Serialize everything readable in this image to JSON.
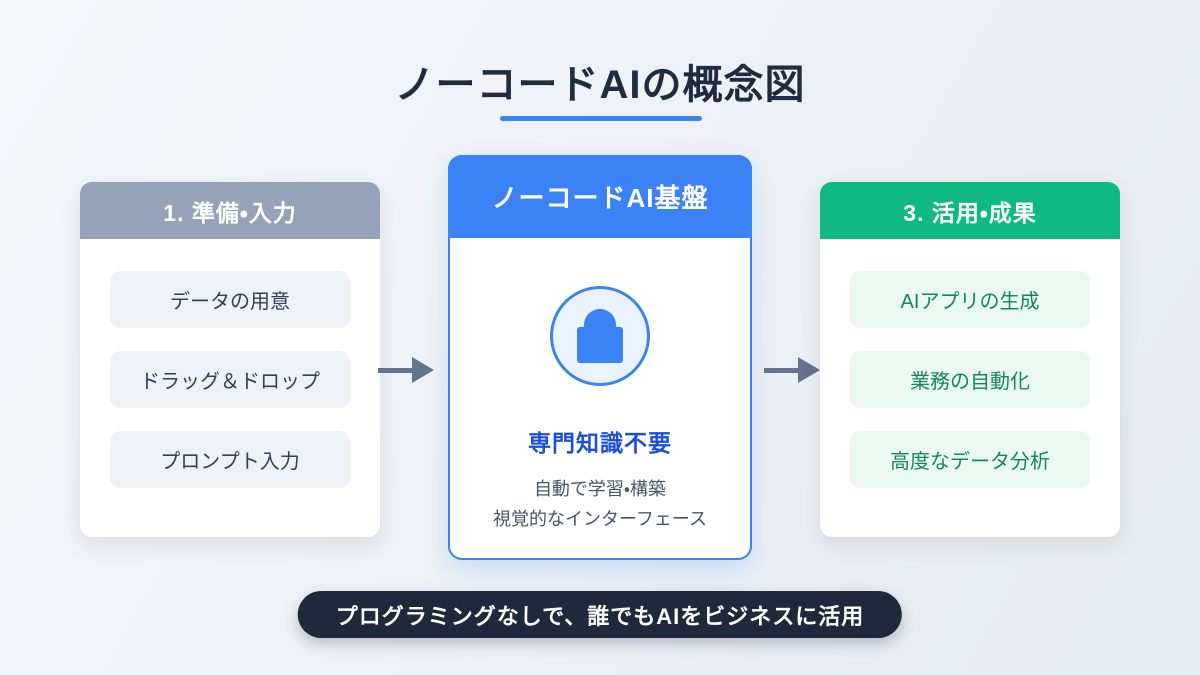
{
  "title": {
    "text": "ノーコードAIの概念図"
  },
  "columns": {
    "input": {
      "header": "1. 準備・入力",
      "items": [
        "データの用意",
        "ドラッグ＆ドロップ",
        "プロンプト入力"
      ]
    },
    "platform": {
      "header": "ノーコードAI基盤",
      "icon": "lock-icon",
      "highlight": "専門知識不要",
      "details": [
        "自動で学習・構築",
        "視覚的なインターフェース"
      ]
    },
    "output": {
      "header": "3. 活用・成果",
      "items": [
        "AIアプリの生成",
        "業務の自動化",
        "高度なデータ分析"
      ]
    }
  },
  "footer": {
    "banner": "プログラミングなしで、誰でもAIをビジネスに活用"
  },
  "colors": {
    "accent_blue": "#3b82f6",
    "highlight_blue": "#1d4ed8",
    "header_gray": "#94a3b8",
    "header_green": "#10b981",
    "item_gray_bg": "#eef1f6",
    "item_green_bg": "#e9f8f0",
    "item_green_text": "#17855c",
    "dark_navy": "#1e293b",
    "arrow_gray": "#64748b",
    "background": "#edf0f5"
  }
}
